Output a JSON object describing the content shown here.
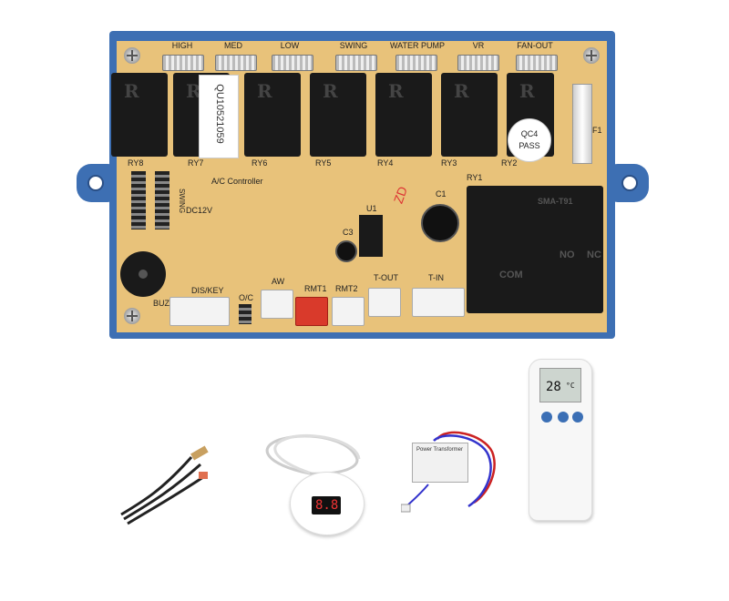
{
  "board": {
    "top_labels": [
      "HIGH",
      "MED",
      "LOW",
      "SWING",
      "WATER PUMP",
      "VR",
      "FAN-OUT"
    ],
    "relay_labels": [
      "RY8",
      "RY7",
      "RY6",
      "RY5",
      "RY4",
      "RY3",
      "RY2",
      "RY1"
    ],
    "serial_sticker": "QU10521059",
    "qc_text": "QC4",
    "pass_text": "PASS",
    "title_text": "A/C Controller",
    "dc_label": "DC12V",
    "swing_label": "SWING",
    "comp_labels": {
      "c1": "C1",
      "c3": "C3",
      "u1": "U1",
      "zd": "ZD",
      "f1": "F1"
    },
    "connector_labels": [
      "DIS/KEY",
      "O/C",
      "AW",
      "RMT1",
      "RMT2",
      "T-OUT",
      "T-IN"
    ],
    "buzzer_label": "BUZ",
    "big_relay_marks": {
      "com": "COM",
      "no": "NO",
      "nc": "NC",
      "model": "SMA-T91"
    }
  },
  "accessories": {
    "display_digits": "8.8",
    "transformer_text": "Power Transformer",
    "remote_temp": "28",
    "remote_unit": "°C"
  },
  "colors": {
    "board_pcb": "#e8c27a",
    "frame_blue": "#3d6fb3",
    "relay_black": "#1a1a1a",
    "rmt1_red": "#d93a2b"
  }
}
